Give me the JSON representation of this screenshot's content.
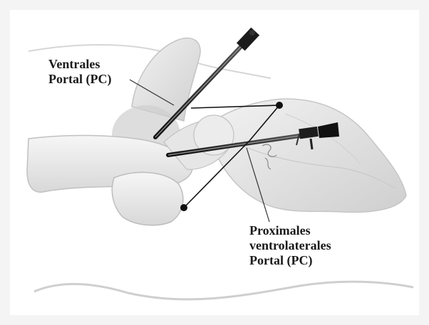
{
  "labels": {
    "ventral": {
      "line1": "Ventrales",
      "line2": "Portal (PC)"
    },
    "proximal": {
      "line1": "Proximales",
      "line2": "ventrolaterales",
      "line3": "Portal (PC)"
    }
  }
}
